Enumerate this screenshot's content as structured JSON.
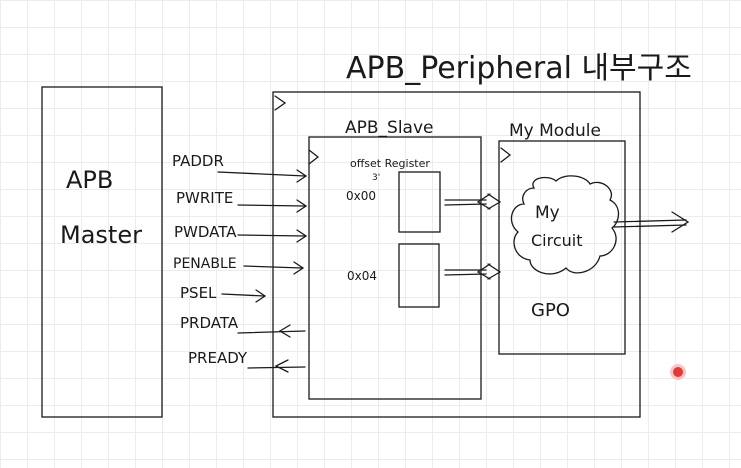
{
  "title": "APB_Peripheral 내부구조",
  "master": {
    "line1": "APB",
    "line2": "Master"
  },
  "signals": {
    "paddr": "PADDR",
    "pwrite": "PWRITE",
    "pwdata": "PWDATA",
    "penable": "PENABLE",
    "psel": "PSEL",
    "prdata": "PRDATA",
    "pready": "PREADY"
  },
  "slave": {
    "label": "APB_Slave",
    "register_label": "offset Register",
    "reg_count": "3'",
    "addr0": "0x00",
    "addr1": "0x04"
  },
  "module": {
    "label": "My Module",
    "circuit_line1": "My",
    "circuit_line2": "Circuit",
    "gpo": "GPO"
  },
  "colors": {
    "ink": "#1a1a1a",
    "record": "#e53935",
    "grid": "#ececec"
  }
}
